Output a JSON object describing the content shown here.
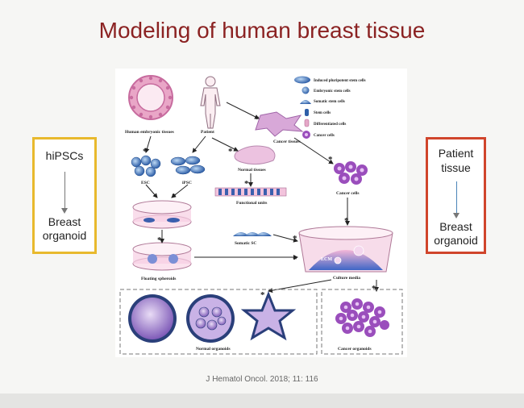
{
  "slide": {
    "title": "Modeling of human breast tissue"
  },
  "left_box": {
    "top": "hiPSCs",
    "bottom": "Breast organoid"
  },
  "right_box": {
    "top": "Patient tissue",
    "bottom": "Breast organoid"
  },
  "citation": "J Hematol Oncol. 2018; 11: 116",
  "colors": {
    "title": "#8b2222",
    "left_border": "#e8b92d",
    "right_border": "#d0452b"
  },
  "figure": {
    "labels": {
      "embryonic": "Human embryonic tissues",
      "patient": "Patient",
      "cancer_tissues": "Cancer tissues",
      "normal_tissues": "Normal tissues",
      "esc": "ESC",
      "ipsc": "iPSC",
      "functional_units": "Functional units",
      "cancer_cells": "Cancer cells",
      "somatic_sc": "Somatic SC",
      "ecm": "ECM",
      "culture_media": "Culture media",
      "floating": "Floating spheroids",
      "normal_organoids": "Normal organoids",
      "cancer_organoids": "Cancer organoids"
    },
    "legend": [
      {
        "label": "Induced pluripotent stem cells",
        "icon": "ipsc-cell-icon"
      },
      {
        "label": "Embryonic stem cells",
        "icon": "esc-cell-icon"
      },
      {
        "label": "Somatic stem cells",
        "icon": "somatic-cell-icon"
      },
      {
        "label": "Stem cells",
        "icon": "stem-cell-icon"
      },
      {
        "label": "Differentiated cells",
        "icon": "differentiated-cell-icon"
      },
      {
        "label": "Cancer cells",
        "icon": "cancer-cell-icon"
      }
    ]
  }
}
